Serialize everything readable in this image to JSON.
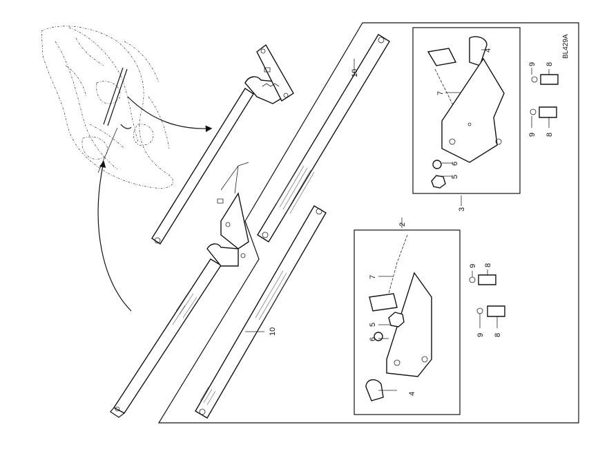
{
  "figure": {
    "ref_code": "BL429A",
    "callouts": {
      "c2": "2",
      "c3": "3",
      "c4_a": "4",
      "c4_b": "4",
      "c5_a": "5",
      "c5_b": "5",
      "c6_a": "6",
      "c6_b": "6",
      "c7_a": "7",
      "c7_b": "7",
      "c8_a": "8",
      "c8_b": "8",
      "c8_c": "8",
      "c8_d": "8",
      "c9_a": "9",
      "c9_b": "9",
      "c9_c": "9",
      "c9_d": "9",
      "c10_a": "10",
      "c10_b": "10"
    }
  }
}
